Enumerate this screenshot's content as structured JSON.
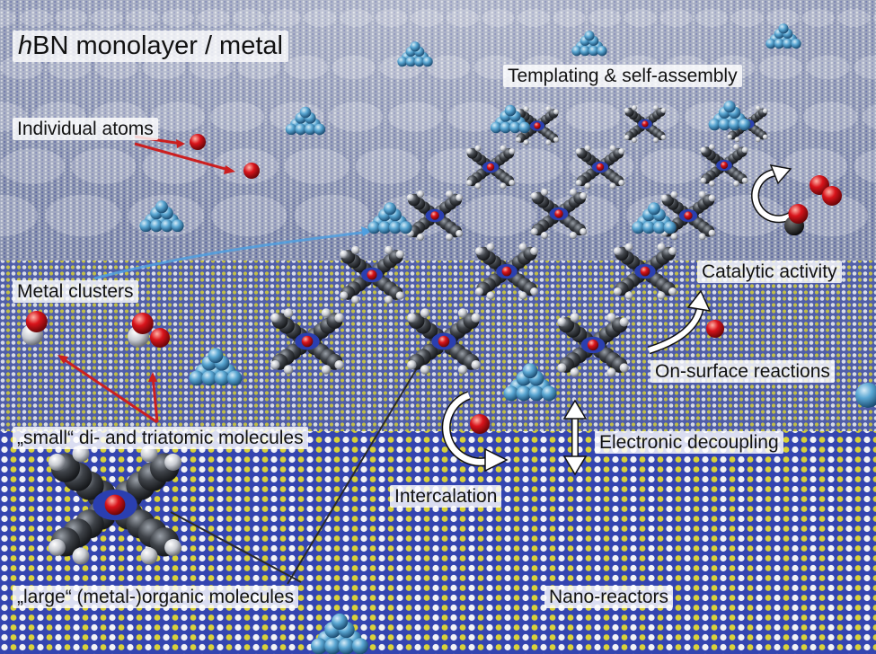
{
  "title": {
    "prefix": "h",
    "rest": "BN monolayer / metal"
  },
  "labels": {
    "templating": "Templating & self-assembly",
    "individual_atoms": "Individual atoms",
    "metal_clusters": "Metal clusters",
    "catalytic_activity": "Catalytic activity",
    "on_surface_reactions": "On-surface reactions",
    "small_molecules": "„small“ di- and triatomic molecules",
    "electronic_decoupling": "Electronic decoupling",
    "intercalation": "Intercalation",
    "large_molecules": "„large“ (metal-)organic molecules",
    "nano_reactors": "Nano-reactors"
  },
  "colors": {
    "boron": "#2a3fb0",
    "nitrogen": "#d9d23a",
    "metal_cluster": "#4f9bc9",
    "oxygen": "#d6141b",
    "porphyrin_core": "#d6141b",
    "porphyrin_body": "#3a3d42",
    "annotation_arrow": "#cc1f1f",
    "cluster_arrow": "#4f9fe0"
  }
}
